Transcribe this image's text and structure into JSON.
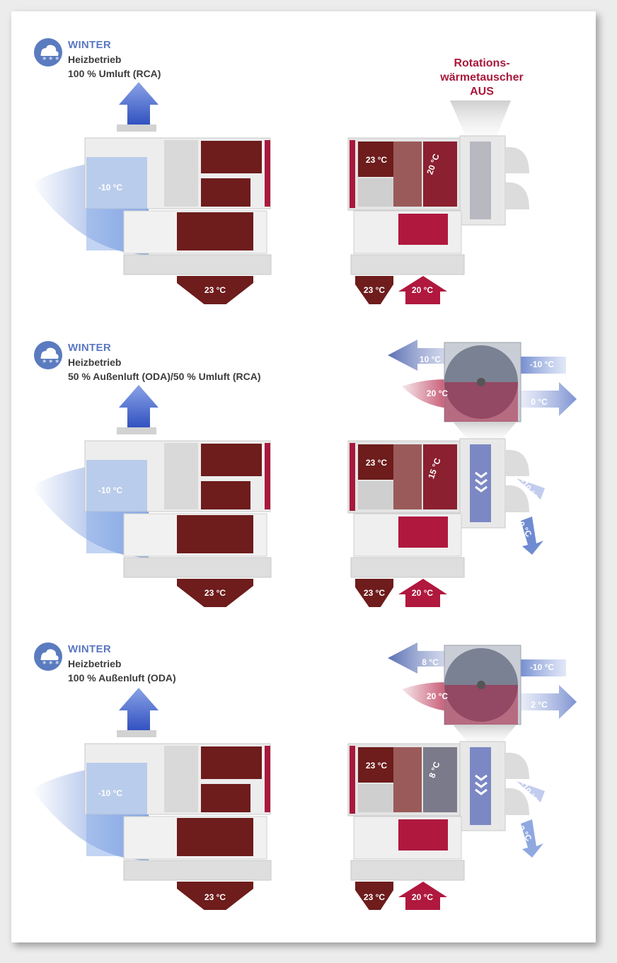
{
  "scenes": [
    {
      "season": "WINTER",
      "mode": "Heizbetrieb",
      "air": "100 % Umluft (RCA)",
      "left_outside_temp": "-10 °C",
      "left_supply_temp": "23 °C",
      "right_room_temp": "23 °C",
      "right_wheel_temp": "20 °C",
      "right_supply_temp": "23 °C",
      "right_return_temp": "20 °C",
      "wheel_status": "Rotations-wärmetauscher AUS"
    },
    {
      "season": "WINTER",
      "mode": "Heizbetrieb",
      "air": "50 % Außenluft (ODA)/50 % Umluft (RCA)",
      "left_outside_temp": "-10 °C",
      "left_supply_temp": "23 °C",
      "right_room_temp": "23 °C",
      "right_wheel_temp": "15 °C",
      "right_supply_temp": "23 °C",
      "right_return_temp": "20 °C",
      "rotor_top_left": "10 °C",
      "rotor_top_right": "-10 °C",
      "rotor_bottom_left": "20 °C",
      "rotor_bottom_right": "0 °C",
      "side_in_temp": "-10 °C",
      "side_out_temp": "0 °C"
    },
    {
      "season": "WINTER",
      "mode": "Heizbetrieb",
      "air": "100 % Außenluft (ODA)",
      "left_outside_temp": "-10 °C",
      "left_supply_temp": "23 °C",
      "right_room_temp": "23 °C",
      "right_wheel_temp": "8 °C",
      "right_supply_temp": "23 °C",
      "right_return_temp": "20 °C",
      "rotor_top_left": "8 °C",
      "rotor_top_right": "-10 °C",
      "rotor_bottom_left": "20 °C",
      "rotor_bottom_right": "2 °C",
      "side_in_temp": "-10 °C",
      "side_out_temp": "2 °C"
    }
  ],
  "colors": {
    "dark_red": "#6e1c1c",
    "crimson": "#b0183e",
    "blue": "#5a7bbf",
    "light_gray": "#dcdcdc"
  },
  "icons": [
    "snowflake-cloud-icon",
    "up-arrow-icon",
    "down-arrow-icon",
    "chevron-down-icon"
  ]
}
